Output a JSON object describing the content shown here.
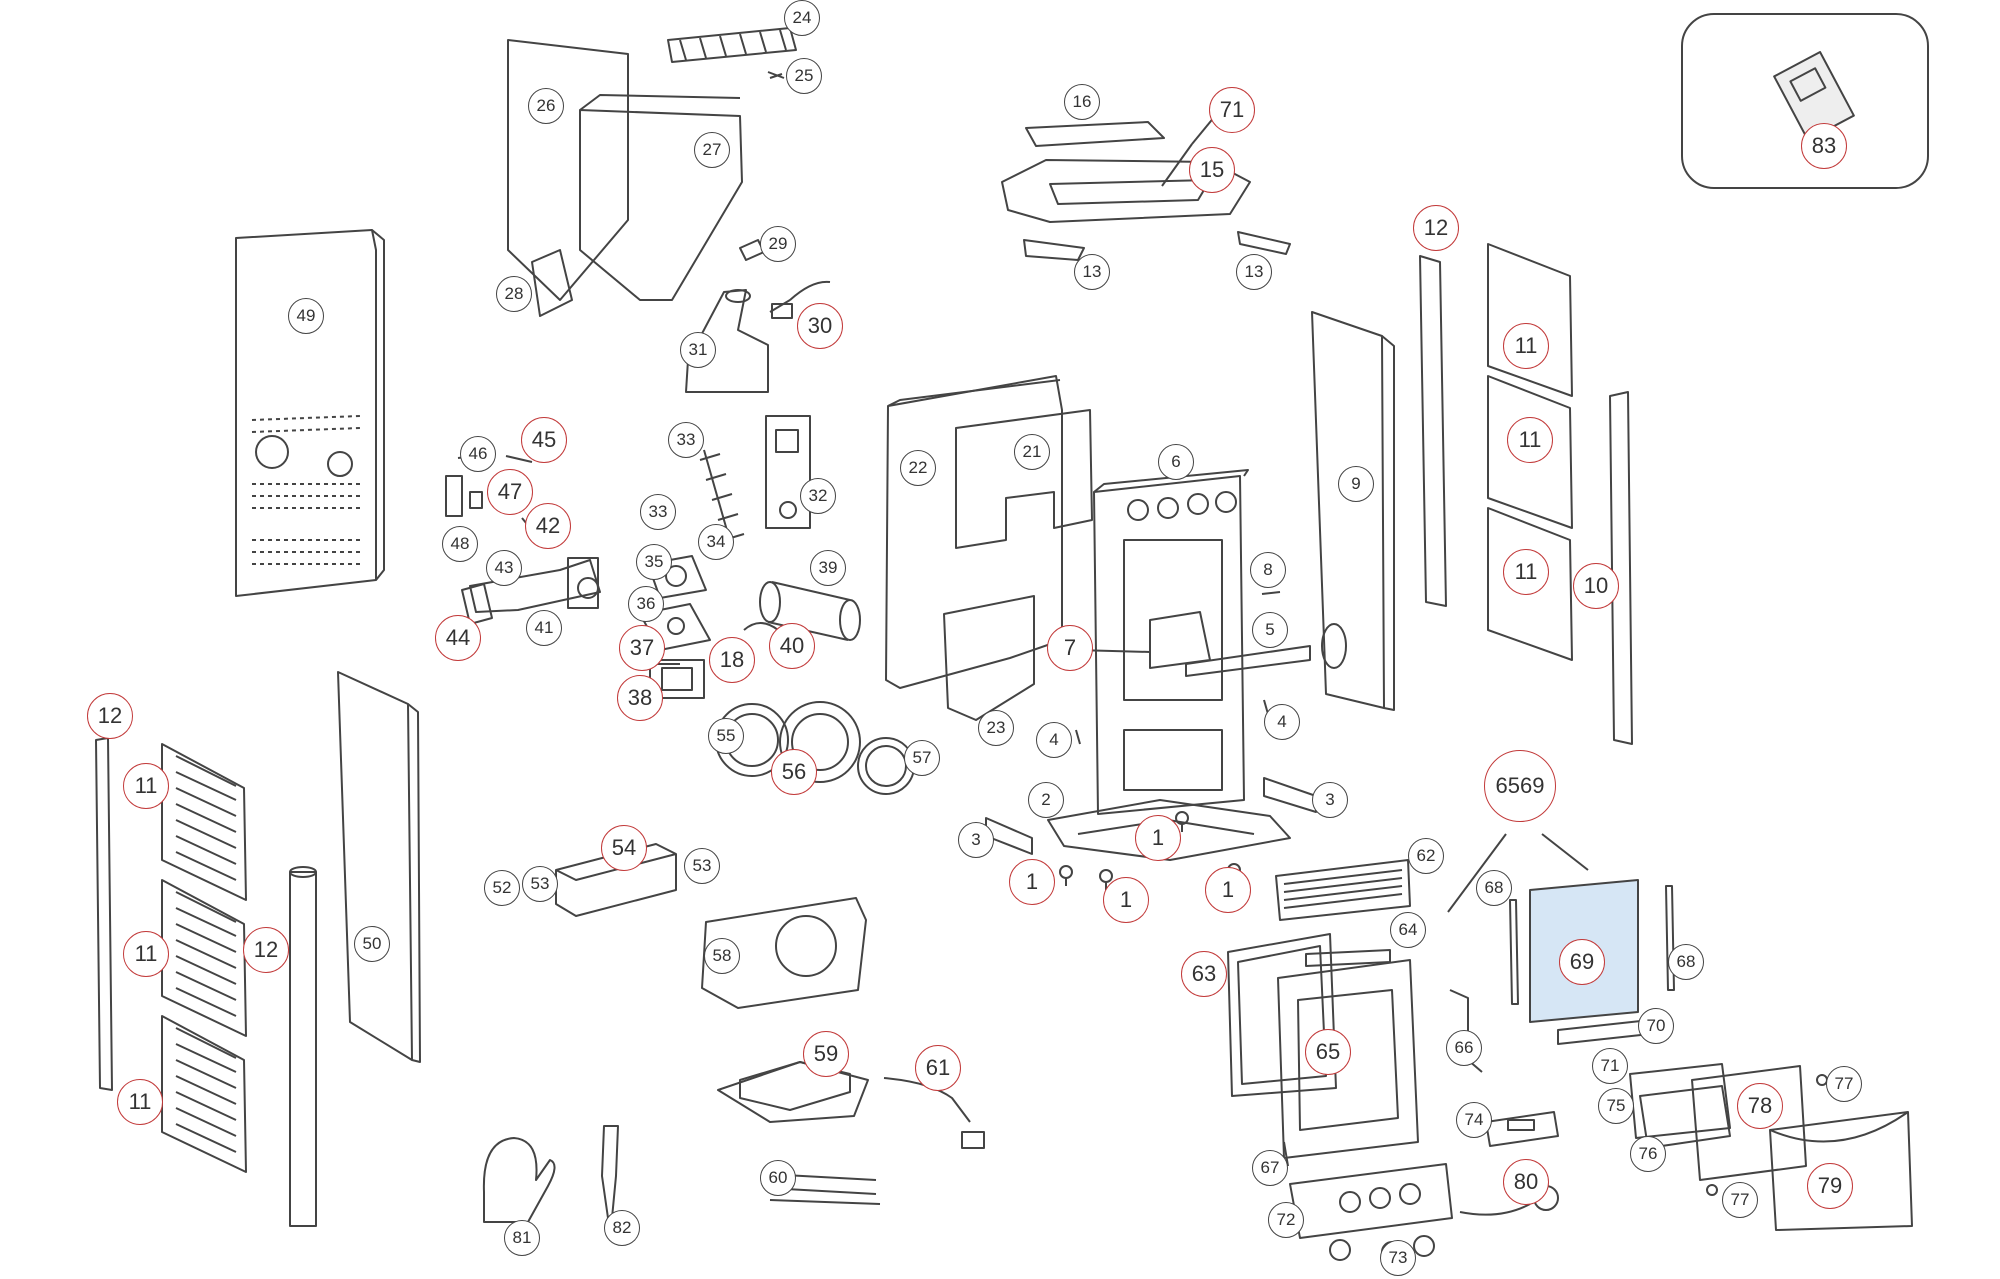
{
  "diagram": {
    "labels": {
      "c1a": "1",
      "c1b": "1",
      "c1c": "1",
      "c1d": "1",
      "c2": "2",
      "c3a": "3",
      "c3b": "3",
      "c4a": "4",
      "c4b": "4",
      "c5": "5",
      "c6": "6",
      "c7": "7",
      "c8": "8",
      "c9": "9",
      "c10": "10",
      "c11a": "11",
      "c11b": "11",
      "c11c": "11",
      "c11d": "11",
      "c11e": "11",
      "c11f": "11",
      "c12a": "12",
      "c12b": "12",
      "c12c": "12",
      "c13a": "13",
      "c13b": "13",
      "c15": "15",
      "c16": "16",
      "c18": "18",
      "c21": "21",
      "c22": "22",
      "c23": "23",
      "c24": "24",
      "c25": "25",
      "c26": "26",
      "c27": "27",
      "c28": "28",
      "c29": "29",
      "c30": "30",
      "c31": "31",
      "c32": "32",
      "c33a": "33",
      "c33b": "33",
      "c34": "34",
      "c35": "35",
      "c36": "36",
      "c37": "37",
      "c38": "38",
      "c39": "39",
      "c40": "40",
      "c41": "41",
      "c42": "42",
      "c43": "43",
      "c44": "44",
      "c45": "45",
      "c46": "46",
      "c47": "47",
      "c48": "48",
      "c49": "49",
      "c50": "50",
      "c52": "52",
      "c53a": "53",
      "c53b": "53",
      "c54": "54",
      "c55": "55",
      "c56": "56",
      "c57": "57",
      "c58": "58",
      "c59": "59",
      "c60": "60",
      "c61": "61",
      "c62": "62",
      "c63": "63",
      "c64": "64",
      "c65": "65",
      "c6569": "6569",
      "c66": "66",
      "c67": "67",
      "c68a": "68",
      "c68b": "68",
      "c69": "69",
      "c70": "70",
      "c71a": "71",
      "c71b": "71",
      "c72": "72",
      "c73": "73",
      "c74": "74",
      "c75": "75",
      "c76": "76",
      "c77a": "77",
      "c77b": "77",
      "c78": "78",
      "c79": "79",
      "c80": "80",
      "c81": "81",
      "c82": "82",
      "c83": "83"
    },
    "colors": {
      "callout_border": "#c23a3a",
      "line": "#444444",
      "glass_fill": "#d6e6f5"
    }
  }
}
